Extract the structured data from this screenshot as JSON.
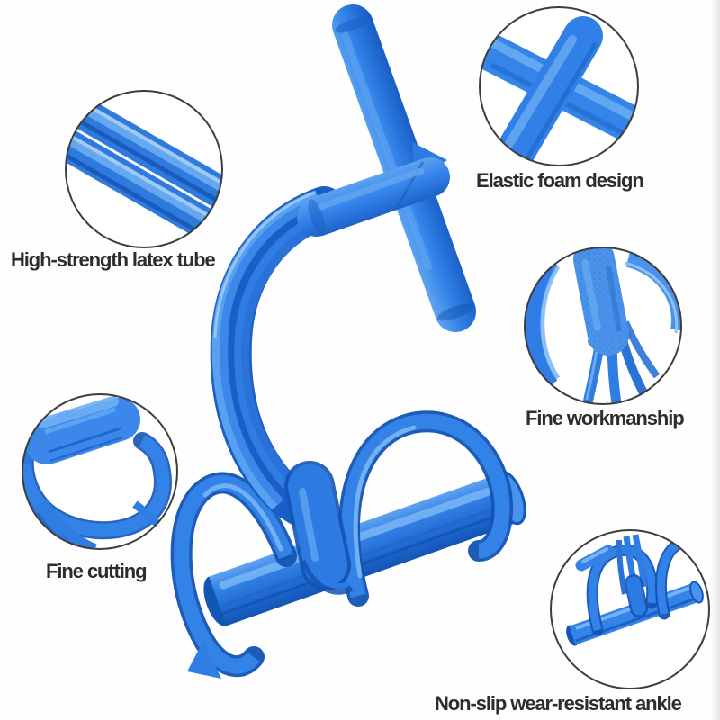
{
  "background": "#ffffff",
  "colors": {
    "product_blue": "#2e7ee4",
    "product_blue_light": "#6babf3",
    "product_blue_dark": "#1558ba",
    "callout_outline": "#3d3d3d",
    "label_text": "#2d2d2d"
  },
  "callouts": [
    {
      "id": "latex-tube",
      "label": "High-strength latex tube"
    },
    {
      "id": "foam-design",
      "label": "Elastic foam design"
    },
    {
      "id": "workmanship",
      "label": "Fine workmanship"
    },
    {
      "id": "cutting",
      "label": "Fine cutting"
    },
    {
      "id": "ankle",
      "label": "Non-slip wear-resistant ankle"
    }
  ]
}
